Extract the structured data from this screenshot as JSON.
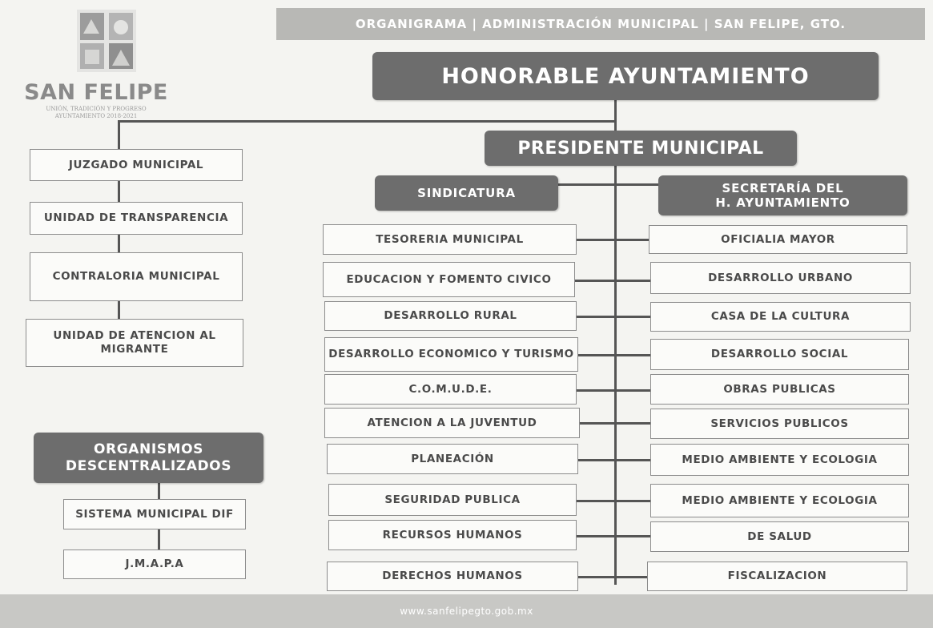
{
  "header": {
    "banner": "ORGANIGRAMA | ADMINISTRACIÓN MUNICIPAL | SAN FELIPE, GTO."
  },
  "logo": {
    "title": "SAN FELIPE",
    "subtitle_1": "UNIÓN, TRADICIÓN Y PROGRESO",
    "subtitle_2": "AYUNTAMIENTO 2018-2021"
  },
  "top": {
    "ayuntamiento": "HONORABLE AYUNTAMIENTO",
    "presidente": "PRESIDENTE MUNICIPAL",
    "sindicatura": "SINDICATURA",
    "secretaria_1": "SECRETARÍA DEL",
    "secretaria_2": "H. AYUNTAMIENTO"
  },
  "left_column": [
    "JUZGADO MUNICIPAL",
    "UNIDAD DE TRANSPARENCIA",
    "CONTRALORIA MUNICIPAL",
    "UNIDAD DE ATENCION AL MIGRANTE"
  ],
  "organismos": {
    "title": "ORGANISMOS DESCENTRALIZADOS",
    "items": [
      "SISTEMA MUNICIPAL DIF",
      "J.M.A.P.A"
    ]
  },
  "center_column": [
    "TESORERIA MUNICIPAL",
    "EDUCACION Y FOMENTO CIVICO",
    "DESARROLLO RURAL",
    "DESARROLLO ECONOMICO Y TURISMO",
    "C.O.M.U.D.E.",
    "ATENCION A LA JUVENTUD",
    "PLANEACIÓN",
    "SEGURIDAD PUBLICA",
    "RECURSOS HUMANOS",
    "DERECHOS HUMANOS"
  ],
  "right_column": [
    "OFICIALIA  MAYOR",
    "DESARROLLO URBANO",
    "CASA DE LA CULTURA",
    "DESARROLLO SOCIAL",
    "OBRAS PUBLICAS",
    "SERVICIOS PUBLICOS",
    "MEDIO AMBIENTE Y ECOLOGIA",
    "MEDIO AMBIENTE Y ECOLOGIA",
    "DE SALUD",
    "FISCALIZACION"
  ],
  "footer": {
    "url": "www.sanfelipegto.gob.mx"
  },
  "colors": {
    "dark_box": "#6d6d6d",
    "banner": "#b8b8b5",
    "box_border": "#8c8c8c",
    "line": "#555555"
  }
}
